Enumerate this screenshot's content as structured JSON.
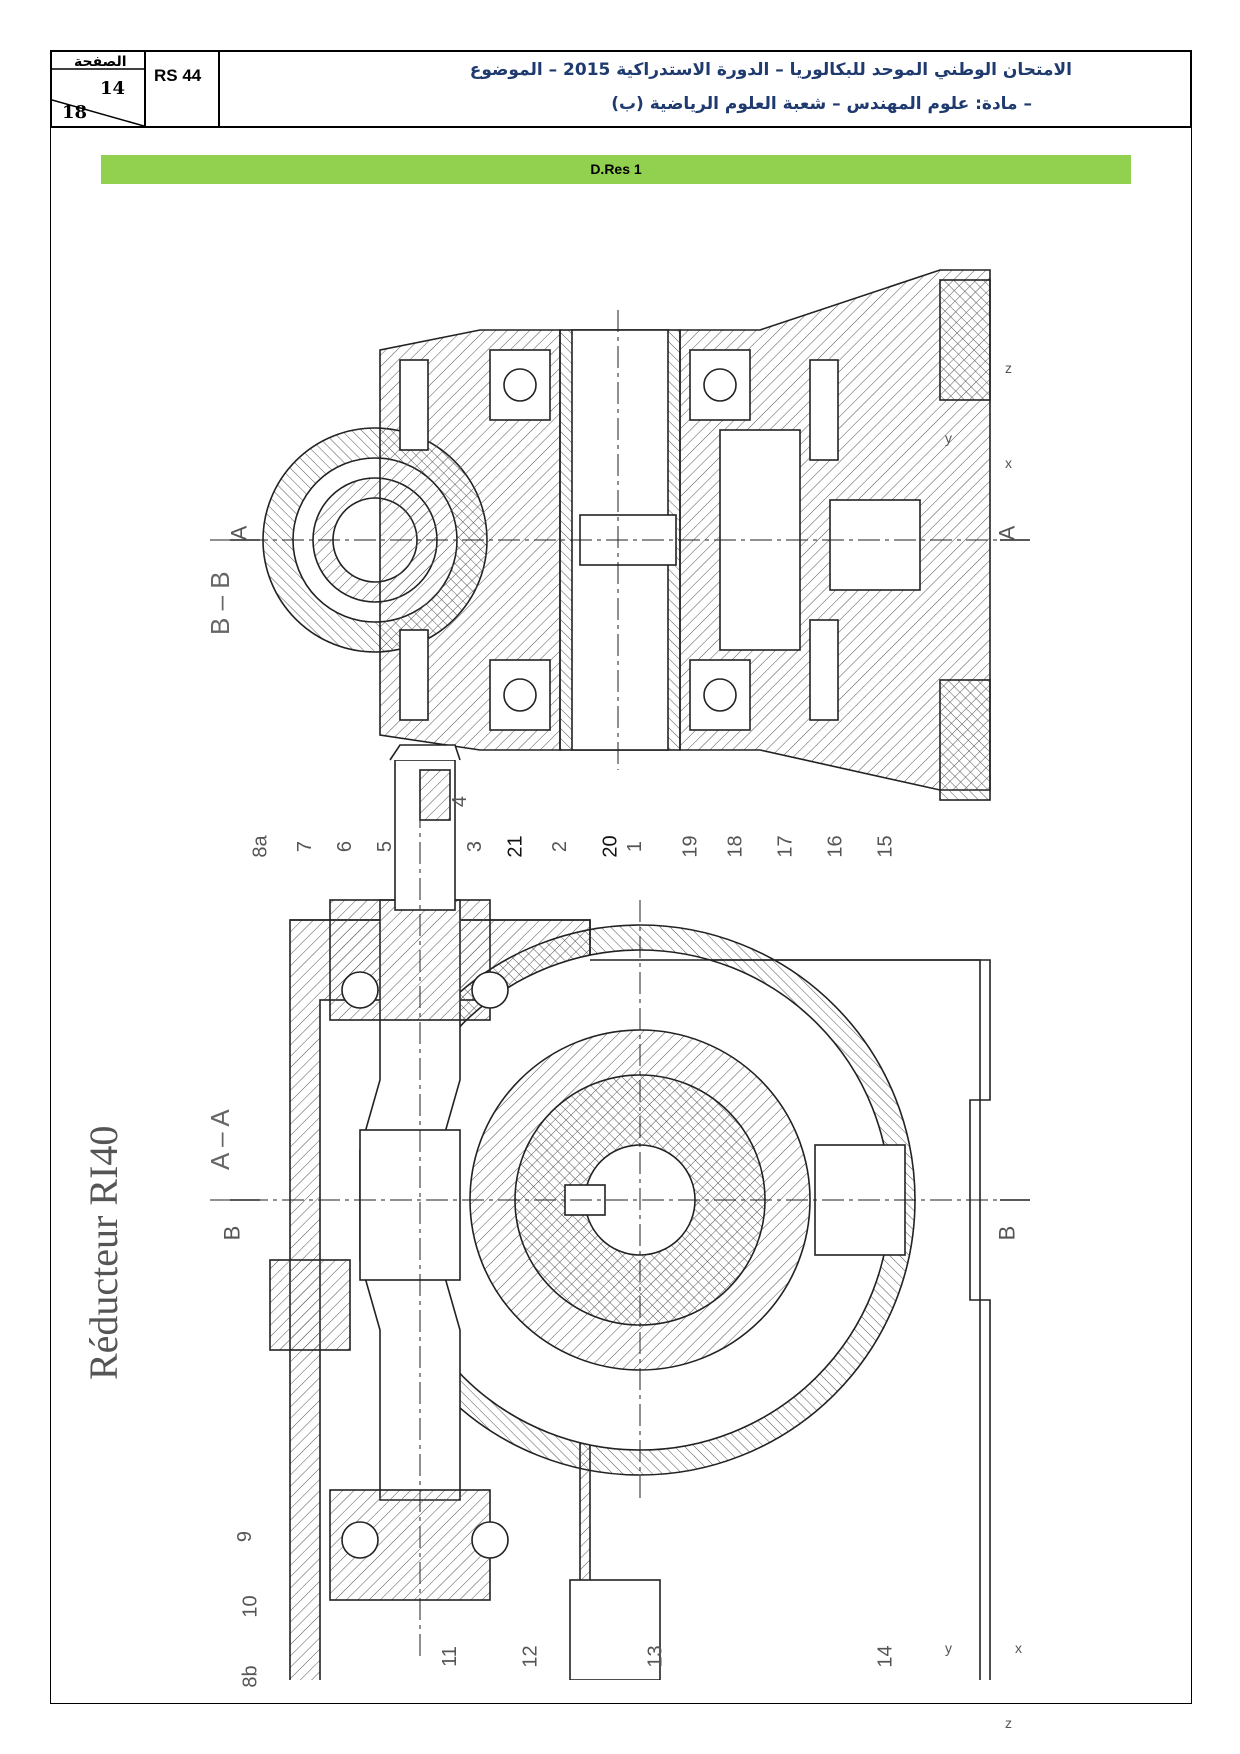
{
  "header": {
    "page_label": "الصفحة",
    "page_current": "14",
    "page_total": "18",
    "code": "RS 44",
    "title_line1": "الامتحان الوطني الموحد للبكالوريا – الدورة الاستدراكية 2015 – الموضوع",
    "title_line2": "– مادة: علوم المهندس – شعبة العلوم الرياضية (ب)"
  },
  "section_title": "D.Res 1",
  "drawing": {
    "title": "Réducteur RI40",
    "section_aa": "A – A",
    "section_bb": "B – B",
    "cut_a": "A",
    "cut_b": "B",
    "axis_x": "x",
    "axis_y": "y",
    "axis_z": "z",
    "callouts": [
      "8a",
      "7",
      "6",
      "5",
      "4",
      "3",
      "21",
      "2",
      "20",
      "1",
      "19",
      "18",
      "17",
      "16",
      "15",
      "9",
      "10",
      "8b",
      "11",
      "12",
      "13",
      "14"
    ]
  }
}
